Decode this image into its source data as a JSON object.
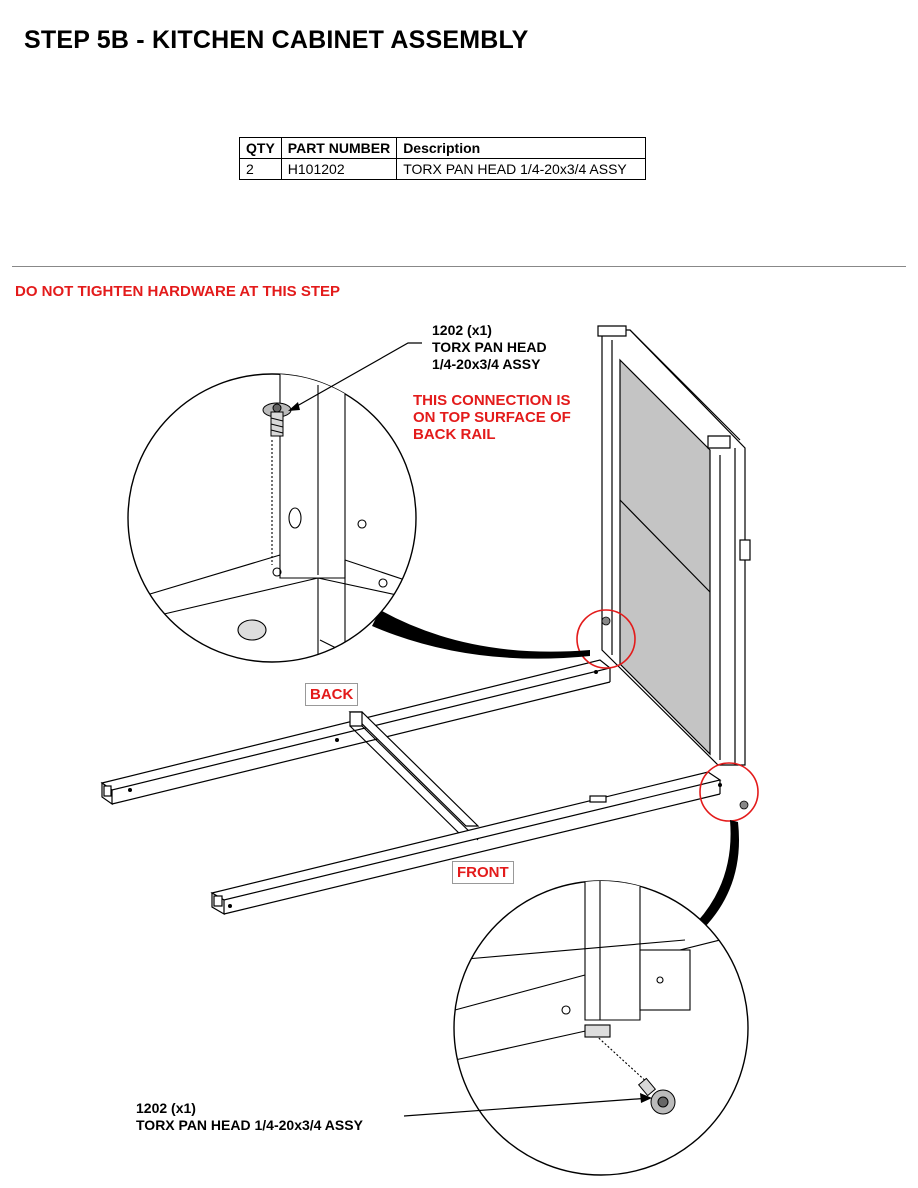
{
  "page": {
    "title": "STEP 5B - KITCHEN CABINET ASSEMBLY"
  },
  "parts_table": {
    "headers": [
      "QTY",
      "PART NUMBER",
      "Description"
    ],
    "rows": [
      {
        "qty": "2",
        "part_number": "H101202",
        "description": "TORX PAN HEAD 1/4-20x3/4 ASSY"
      }
    ]
  },
  "warning": "DO NOT TIGHTEN HARDWARE AT THIS STEP",
  "callout_top": {
    "line1": "1202 (x1)",
    "line2": "TORX PAN HEAD",
    "line3": "1/4-20x3/4 ASSY"
  },
  "red_note": {
    "line1": "THIS CONNECTION IS",
    "line2": "ON TOP SURFACE OF",
    "line3": "BACK RAIL"
  },
  "labels": {
    "back": "BACK",
    "front": "FRONT"
  },
  "callout_bottom": {
    "line1": "1202 (x1)",
    "line2": "TORX PAN HEAD 1/4-20x3/4 ASSY"
  },
  "colors": {
    "accent_red": "#e31b1b",
    "panel_gray": "#c4c4c4",
    "line": "#000000"
  }
}
